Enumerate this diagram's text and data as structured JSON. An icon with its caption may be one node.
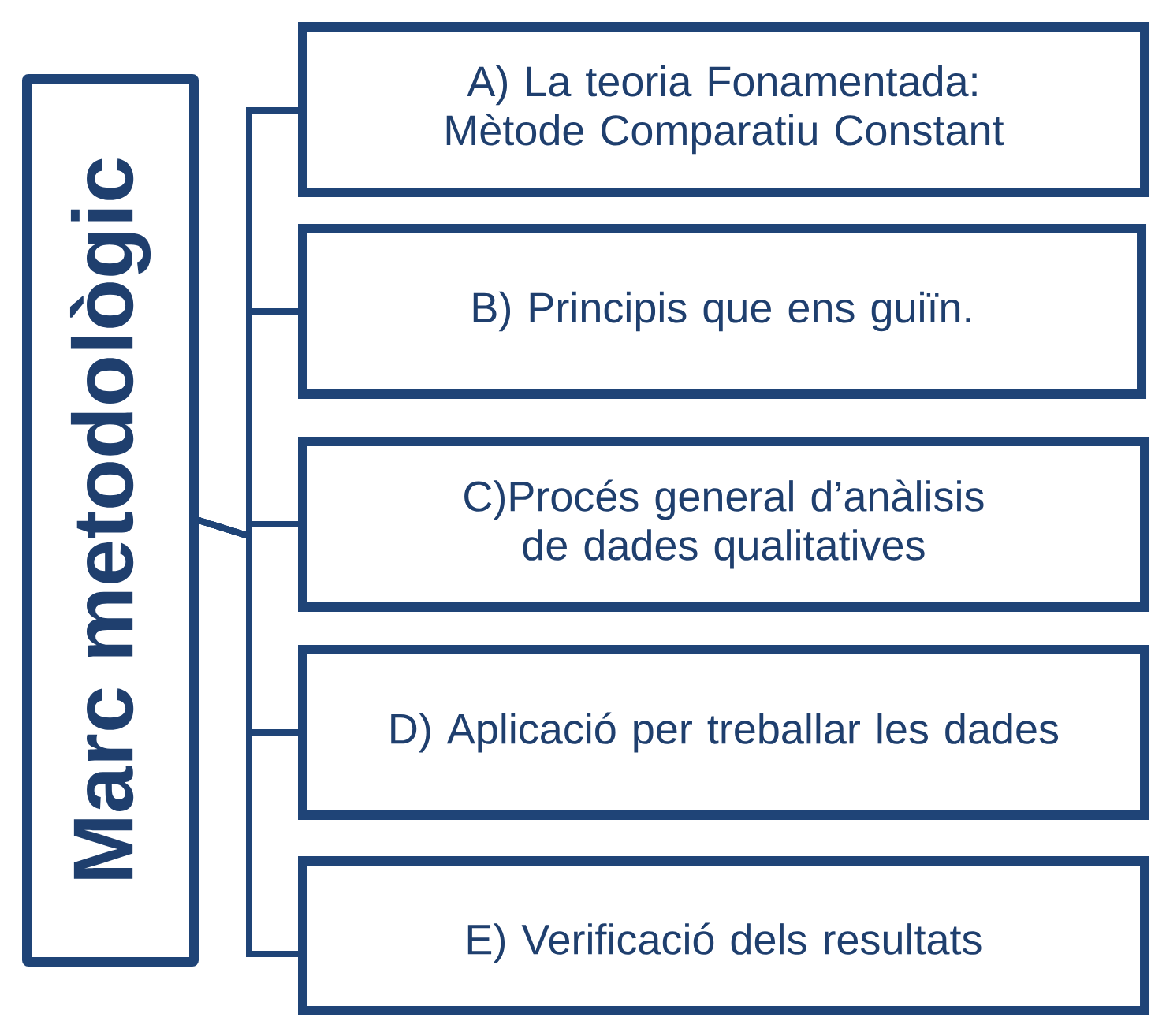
{
  "diagram": {
    "nodes": [
      {
        "text": [
          "Marc metodològic"
        ]
      },
      {
        "text": [
          "A) La teoria Fonamentada: Mètode Comparatiu Constant"
        ]
      },
      {
        "text": [
          "B) Principis que ens guiïn."
        ]
      },
      {
        "text": [
          "C)Procés general d’anàlisis de dades qualitatives"
        ]
      },
      {
        "text": [
          "D) Aplicació per treballar les dades"
        ]
      },
      {
        "text": [
          "E) Verificació dels resultats"
        ]
      }
    ],
    "edges": [
      {
        "from": 0,
        "to": 1,
        "arrow": "none"
      },
      {
        "from": 0,
        "to": 2,
        "arrow": "none"
      },
      {
        "from": 0,
        "to": 3,
        "arrow": "none"
      },
      {
        "from": 0,
        "to": 4,
        "arrow": "none"
      },
      {
        "from": 0,
        "to": 5,
        "arrow": "none"
      }
    ]
  }
}
